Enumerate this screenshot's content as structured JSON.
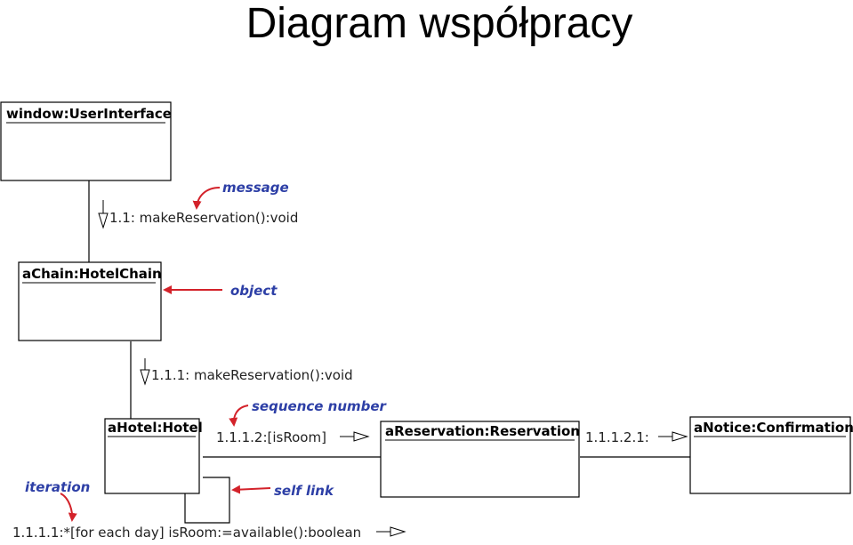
{
  "title": "Diagram współpracy",
  "objects": {
    "window": "window:UserInterface",
    "chain": "aChain:HotelChain",
    "hotel": "aHotel:Hotel",
    "reservation": "aReservation:Reservation",
    "notice": "aNotice:Confirmation"
  },
  "messages": {
    "m1": "1.1: makeReservation():void",
    "m2": "1.1.1: makeReservation():void",
    "m3": "1.1.1.2:[isRoom]",
    "m4": "1.1.1.2.1:",
    "m5": "1.1.1.1:*[for each day] isRoom:=available():boolean"
  },
  "annotations": {
    "message": "message",
    "object": "object",
    "sequence_number": "sequence number",
    "self_link": "self link",
    "iteration": "iteration"
  },
  "colors": {
    "annotation": "#2d3fa6",
    "annotation_arrow": "#d3222a",
    "ink": "#000000",
    "message_text": "#222222"
  }
}
